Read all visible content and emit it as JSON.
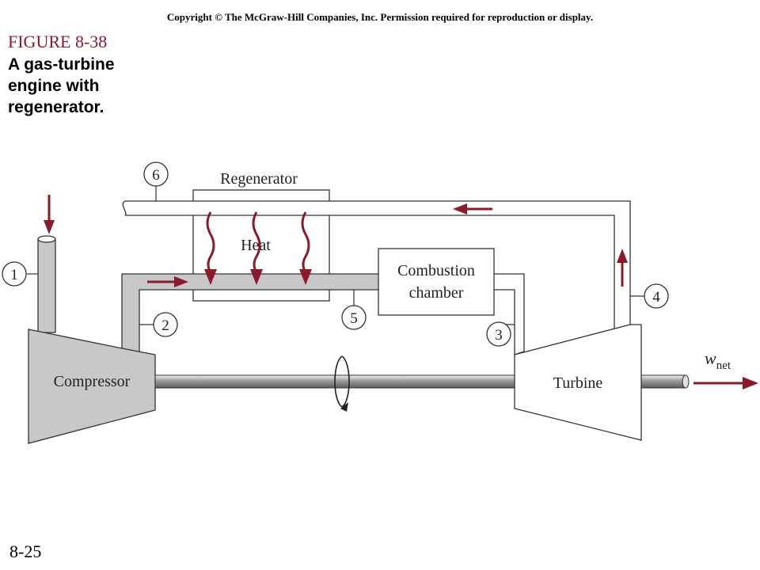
{
  "header": {
    "copyright": "Copyright © The McGraw-Hill Companies, Inc. Permission required for reproduction or display.",
    "figure_number": "FIGURE 8-38",
    "caption": "A gas-turbine engine with regenerator."
  },
  "diagram": {
    "regenerator_label": "Regenerator",
    "heat_label": "Heat",
    "combustion_line1": "Combustion",
    "combustion_line2": "chamber",
    "compressor_label": "Compressor",
    "turbine_label": "Turbine",
    "wnet_main": "w",
    "wnet_sub": "net",
    "states": [
      "1",
      "2",
      "3",
      "4",
      "5",
      "6"
    ],
    "colors": {
      "arrow": "#8b1a2b",
      "component_fill": "#c8c8c8",
      "line": "#333333",
      "figure_number": "#8b1a2b"
    }
  },
  "footer": {
    "page_number": "8-25"
  }
}
